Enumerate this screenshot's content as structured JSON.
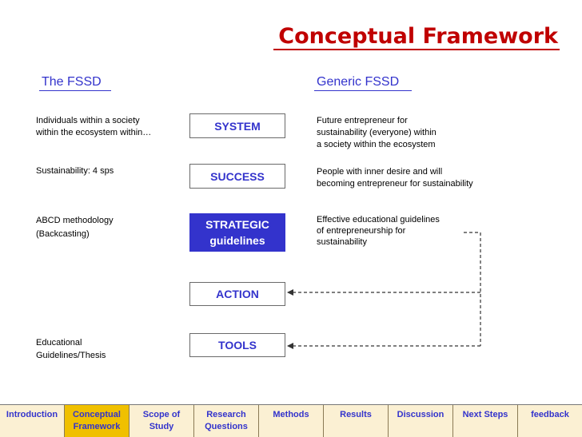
{
  "title": "Conceptual Framework",
  "left_heading": "The FSSD",
  "right_heading": "Generic FSSD",
  "left_items": [
    {
      "lines": [
        "Individuals within a society",
        "within the ecosystem within…"
      ]
    },
    {
      "lines": [
        "Sustainability: 4 sps"
      ]
    },
    {
      "lines": [
        "ABCD methodology",
        "(Backcasting)"
      ]
    },
    {
      "lines": [
        "Educational",
        "Guidelines/Thesis"
      ]
    }
  ],
  "center_boxes": [
    {
      "lines": [
        "SYSTEM"
      ]
    },
    {
      "lines": [
        "SUCCESS"
      ]
    },
    {
      "lines": [
        "STRATEGIC",
        "guidelines"
      ]
    },
    {
      "lines": [
        "ACTION"
      ]
    },
    {
      "lines": [
        "TOOLS"
      ]
    }
  ],
  "right_items": [
    {
      "lines": [
        "Future entrepreneur for",
        "sustainability (everyone) within",
        "a society within the ecosystem"
      ]
    },
    {
      "lines": [
        "People with inner desire and will",
        "becoming entrepreneur for sustainability"
      ]
    },
    {
      "lines": [
        "Effective educational guidelines",
        "of entrepreneurship for",
        "sustainability"
      ]
    }
  ],
  "nav": [
    {
      "lines": [
        "Introduction"
      ],
      "active": false
    },
    {
      "lines": [
        "Conceptual",
        "Framework"
      ],
      "active": true
    },
    {
      "lines": [
        "Scope of",
        "Study"
      ],
      "active": false
    },
    {
      "lines": [
        "Research",
        "Questions"
      ],
      "active": false
    },
    {
      "lines": [
        "Methods"
      ],
      "active": false
    },
    {
      "lines": [
        "Results"
      ],
      "active": false
    },
    {
      "lines": [
        "Discussion"
      ],
      "active": false
    },
    {
      "lines": [
        "Next Steps"
      ],
      "active": false
    },
    {
      "lines": [
        "feedback"
      ],
      "active": false
    }
  ],
  "colors": {
    "title": "#c00000",
    "accent": "#3333cc",
    "nav_bg": "#fbf0d3",
    "nav_active": "#f0c000"
  }
}
